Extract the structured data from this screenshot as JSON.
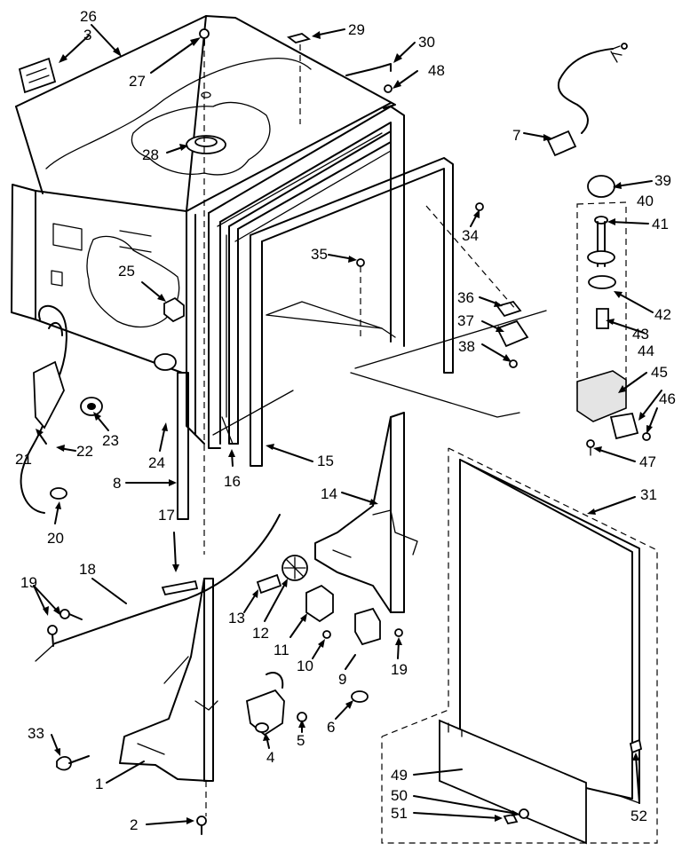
{
  "callouts": [
    {
      "id": "c26",
      "text": "26"
    },
    {
      "id": "c3",
      "text": "3"
    },
    {
      "id": "c27",
      "text": "27"
    },
    {
      "id": "c28",
      "text": "28"
    },
    {
      "id": "c29",
      "text": "29"
    },
    {
      "id": "c30",
      "text": "30"
    },
    {
      "id": "c48",
      "text": "48"
    },
    {
      "id": "c7",
      "text": "7"
    },
    {
      "id": "c39",
      "text": "39"
    },
    {
      "id": "c40",
      "text": "40"
    },
    {
      "id": "c41",
      "text": "41"
    },
    {
      "id": "c34",
      "text": "34"
    },
    {
      "id": "c35",
      "text": "35"
    },
    {
      "id": "c36",
      "text": "36"
    },
    {
      "id": "c37",
      "text": "37"
    },
    {
      "id": "c38",
      "text": "38"
    },
    {
      "id": "c42",
      "text": "42"
    },
    {
      "id": "c43",
      "text": "43"
    },
    {
      "id": "c44",
      "text": "44"
    },
    {
      "id": "c45",
      "text": "45"
    },
    {
      "id": "c46",
      "text": "46"
    },
    {
      "id": "c47",
      "text": "47"
    },
    {
      "id": "c25",
      "text": "25"
    },
    {
      "id": "c23",
      "text": "23"
    },
    {
      "id": "c21",
      "text": "21"
    },
    {
      "id": "c22",
      "text": "22"
    },
    {
      "id": "c24",
      "text": "24"
    },
    {
      "id": "c16",
      "text": "16"
    },
    {
      "id": "c15",
      "text": "15"
    },
    {
      "id": "c8",
      "text": "8"
    },
    {
      "id": "c20",
      "text": "20"
    },
    {
      "id": "c17",
      "text": "17"
    },
    {
      "id": "c14",
      "text": "14"
    },
    {
      "id": "c31",
      "text": "31"
    },
    {
      "id": "c18",
      "text": "18"
    },
    {
      "id": "c19a",
      "text": "19"
    },
    {
      "id": "c13",
      "text": "13"
    },
    {
      "id": "c12",
      "text": "12"
    },
    {
      "id": "c11",
      "text": "11"
    },
    {
      "id": "c10",
      "text": "10"
    },
    {
      "id": "c9",
      "text": "9"
    },
    {
      "id": "c19b",
      "text": "19"
    },
    {
      "id": "c6",
      "text": "6"
    },
    {
      "id": "c5",
      "text": "5"
    },
    {
      "id": "c4",
      "text": "4"
    },
    {
      "id": "c33",
      "text": "33"
    },
    {
      "id": "c1",
      "text": "1"
    },
    {
      "id": "c2",
      "text": "2"
    },
    {
      "id": "c49",
      "text": "49"
    },
    {
      "id": "c50",
      "text": "50"
    },
    {
      "id": "c51",
      "text": "51"
    },
    {
      "id": "c52",
      "text": "52"
    }
  ]
}
